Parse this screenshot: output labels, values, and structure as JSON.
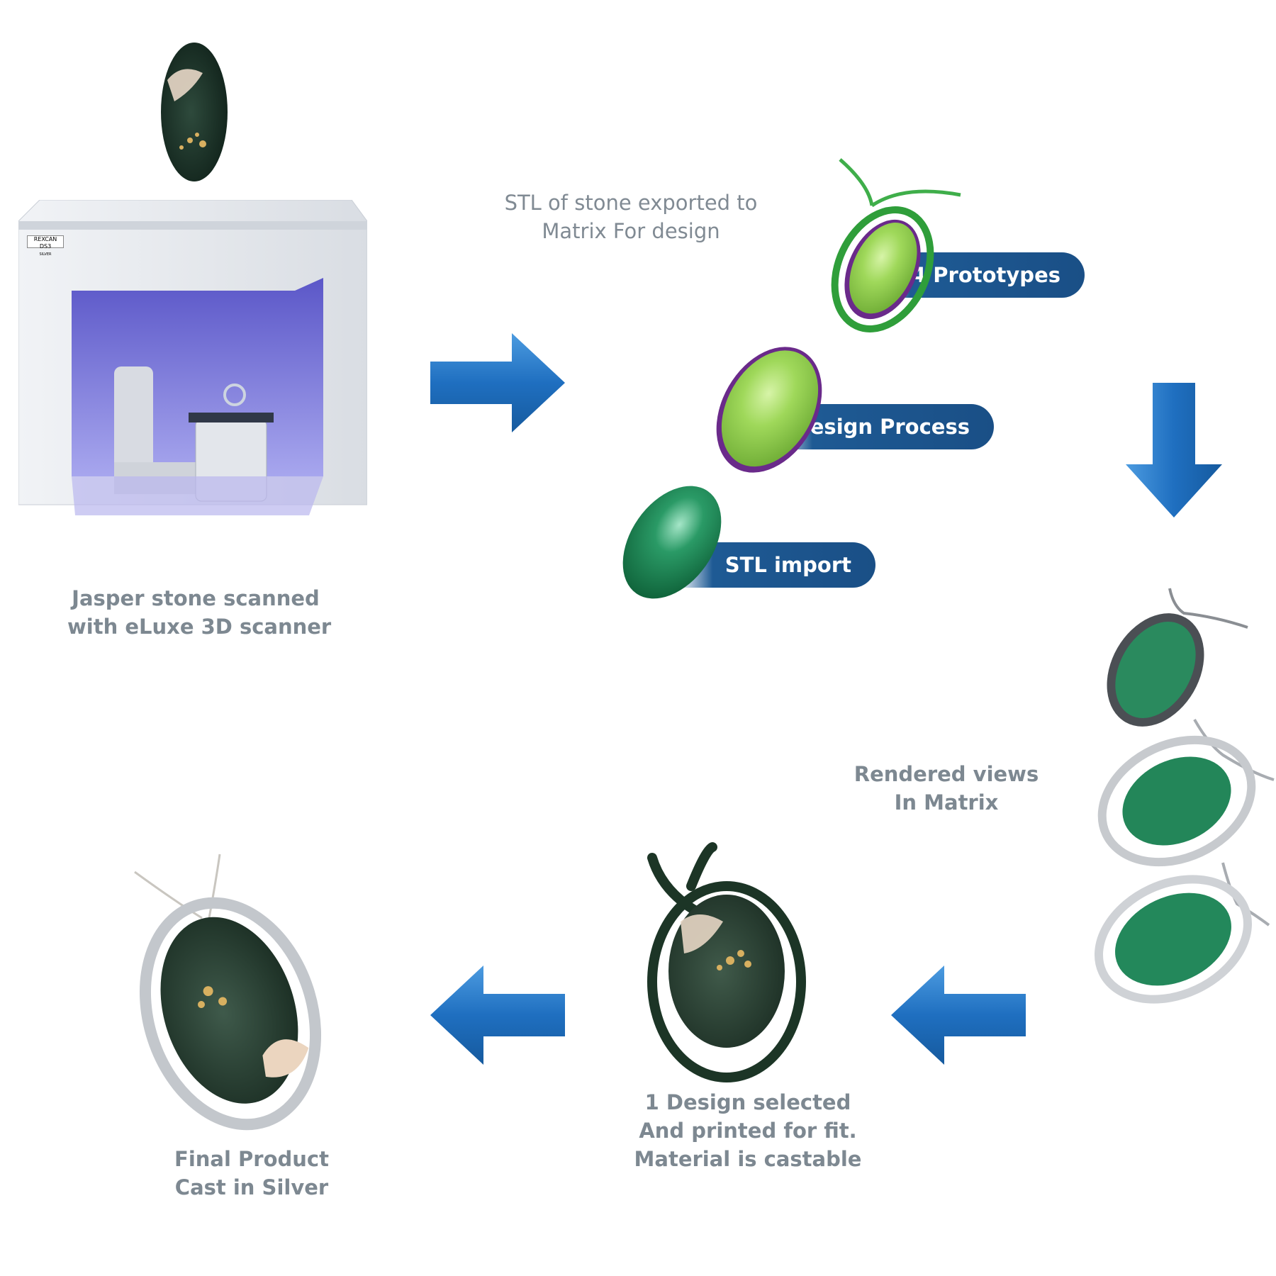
{
  "scanner": {
    "brand": "REXCAN DS3",
    "model": "SILVER",
    "caption": [
      "Jasper stone scanned",
      "with eLuxe 3D scanner"
    ]
  },
  "export_note": [
    "STL of stone exported to",
    "Matrix For design"
  ],
  "stages": {
    "prototypes": "4 Prototypes",
    "design_process": "Design Process",
    "stl_import": "STL import"
  },
  "rendered": [
    "Rendered views",
    "In Matrix"
  ],
  "selected": [
    "1 Design selected",
    "And printed for fit.",
    "Material is castable"
  ],
  "final": [
    "Final Product",
    "Cast in Silver"
  ],
  "colors": {
    "arrow_blue": "#1f6fc0",
    "pill_blue": "#1a4f86",
    "caption_grey": "#7d8891",
    "lime_green": "#8fd24a",
    "stone_green": "#1f8a5c",
    "purple_bezel": "#6a2a8a"
  }
}
